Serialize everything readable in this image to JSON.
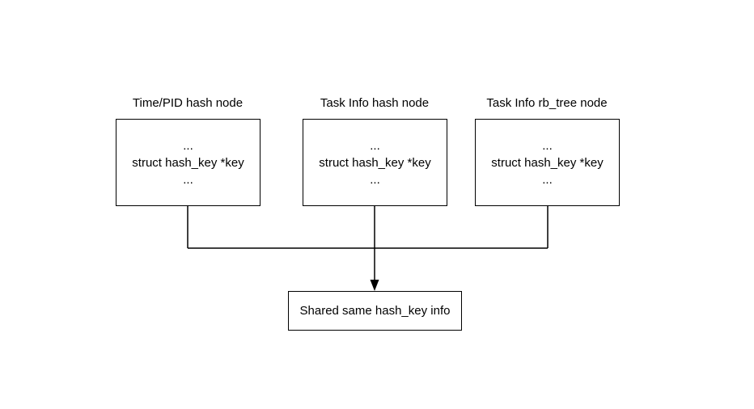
{
  "nodes": [
    {
      "title": "Time/PID hash node",
      "lines": [
        "...",
        "struct hash_key *key",
        "..."
      ]
    },
    {
      "title": "Task Info hash node",
      "lines": [
        "...",
        "struct hash_key *key",
        "..."
      ]
    },
    {
      "title": "Task Info rb_tree node",
      "lines": [
        "...",
        "struct hash_key *key",
        "..."
      ]
    }
  ],
  "target": {
    "label": "Shared same hash_key info"
  },
  "colors": {
    "stroke": "#000000",
    "background": "#ffffff"
  }
}
